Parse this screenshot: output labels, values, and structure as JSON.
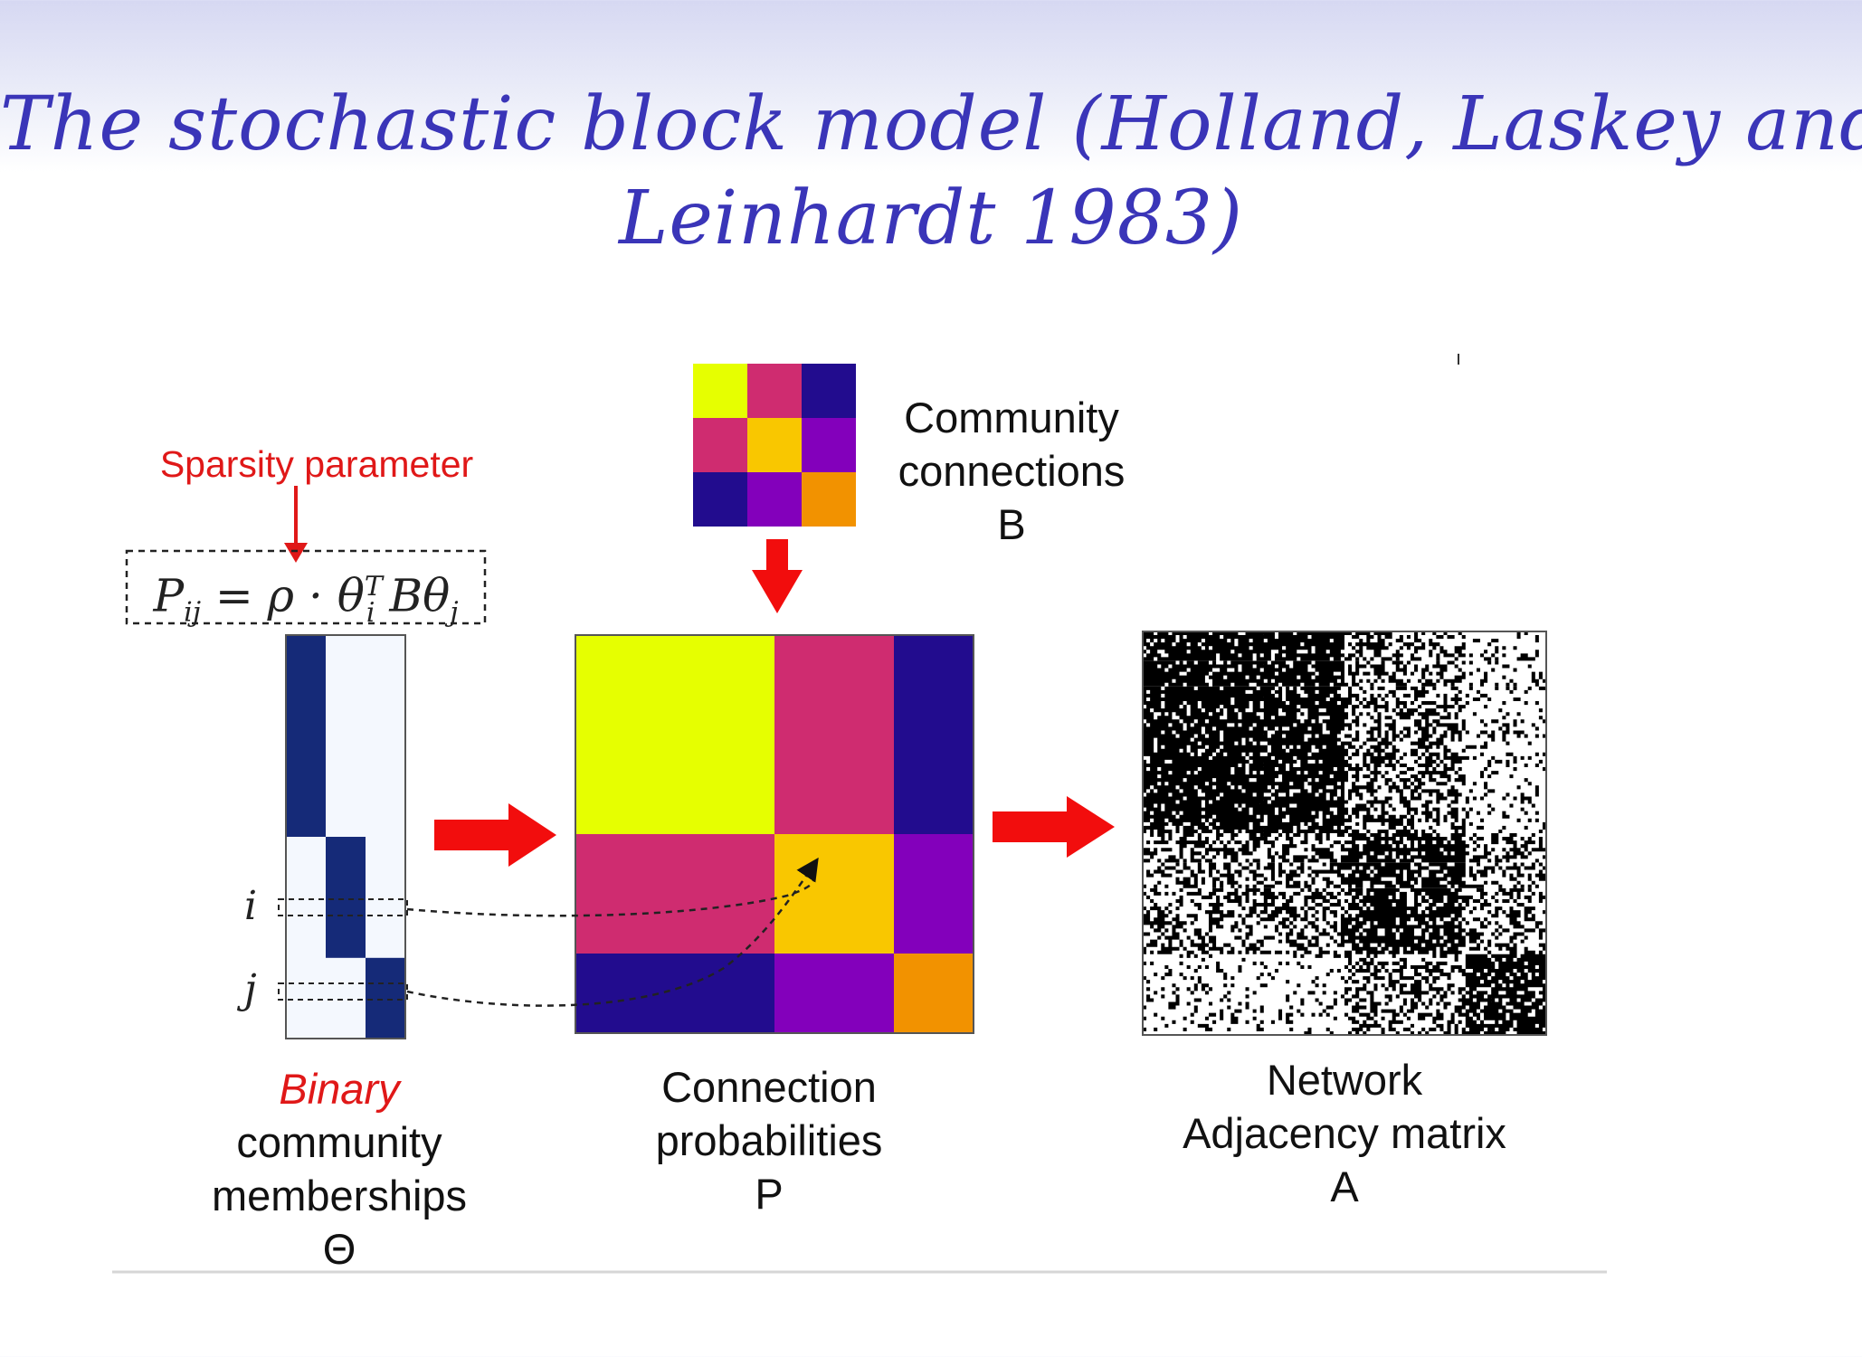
{
  "title": {
    "line1": "The stochastic block model (Holland, Laskey and",
    "line2": "Leinhardt 1983)"
  },
  "sparsity_label": "Sparsity parameter",
  "formula": {
    "lhs": "P",
    "lhs_sub": "ij",
    "eq": " = ρ · θ",
    "sup": "T",
    "sub_i": "i",
    "mid": " Bθ",
    "sub_j": "j"
  },
  "theta_matrix": {
    "label_red": "Binary",
    "label_line2": "community",
    "label_line3": "memberships",
    "label_line4": "Θ",
    "row_i": "i",
    "row_j": "j",
    "fill_color": "#152a78",
    "background_color": "#f4f8fe"
  },
  "b_matrix": {
    "label_line1": "Community",
    "label_line2": "connections",
    "label_line3": "B",
    "cells": [
      [
        "#e6ff00",
        "#cf2c70",
        "#220c8e"
      ],
      [
        "#cf2c70",
        "#f9c700",
        "#8300bb"
      ],
      [
        "#220c8e",
        "#8300bb",
        "#f29200"
      ]
    ]
  },
  "p_matrix": {
    "label_line1": "Connection",
    "label_line2": "probabilities",
    "label_line3": "P",
    "block_fractions": [
      0.5,
      0.3,
      0.2
    ]
  },
  "a_matrix": {
    "label_line1": "Network",
    "label_line2": "Adjacency matrix",
    "label_line3": "A",
    "block_density": [
      [
        0.85,
        0.45,
        0.18
      ],
      [
        0.45,
        0.75,
        0.4
      ],
      [
        0.18,
        0.4,
        0.8
      ]
    ]
  },
  "colors": {
    "arrow": "#f20d0d",
    "title": "#3a35b8"
  }
}
